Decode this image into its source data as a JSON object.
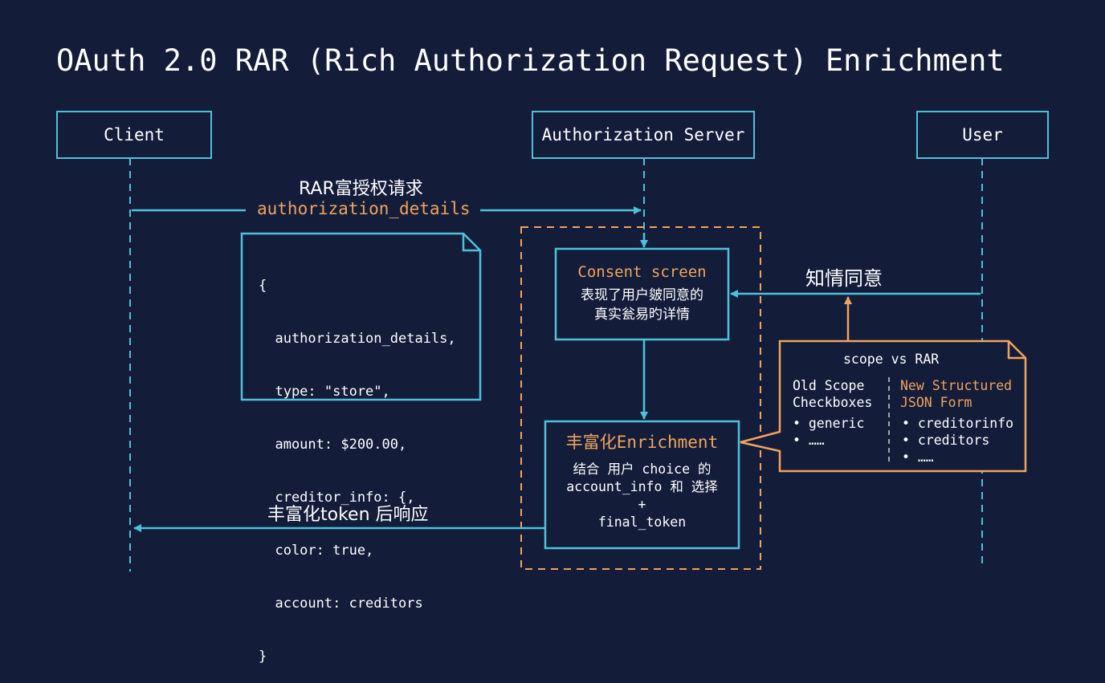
{
  "title": "OAuth 2.0 RAR (Rich Authorization Request) Enrichment",
  "colors": {
    "background": "#131d3a",
    "primary_line": "#4ec1d9",
    "accent_orange": "#f0a35e",
    "text": "#ffffff"
  },
  "actors": [
    {
      "id": "client",
      "label": "Client"
    },
    {
      "id": "authorization-server",
      "label": "Authorization Server"
    },
    {
      "id": "user",
      "label": "User"
    }
  ],
  "messages": {
    "rar_request": {
      "label": "RAR富授权请求",
      "param": "authorization_details",
      "from": "Client",
      "to": "Authorization Server"
    },
    "informed_consent": {
      "label": "知情同意",
      "from": "User",
      "to": "Consent screen"
    },
    "enriched_response": {
      "label": "丰富化token 后响应",
      "from": "Enrichment",
      "to": "Client"
    }
  },
  "request_payload": {
    "lines": [
      "{",
      "  authorization_details,",
      "  type: \"store\",",
      "  amount: $200.00,",
      "  creditor_info: {,",
      "  color: true,",
      "  account: creditors",
      "}"
    ]
  },
  "consent_box": {
    "title": "Consent screen",
    "line1": "表现了用户皴同意的",
    "line2": "真实瓮易旳详情"
  },
  "enrichment_box": {
    "title": "丰富化Enrichment",
    "line1": "结合 用户 choice 的",
    "line2": "account_info 和 选择",
    "line3": "+",
    "line4": "final_token"
  },
  "scope_note": {
    "title": "scope vs RAR",
    "left_header_1": "Old Scope",
    "left_header_2": "Checkboxes",
    "left_items": [
      "generic",
      "……"
    ],
    "right_header_1": "New Structured",
    "right_header_2": "JSON Form",
    "right_items": [
      "creditorinfo",
      "creditors",
      "……"
    ],
    "bullet": "•"
  }
}
